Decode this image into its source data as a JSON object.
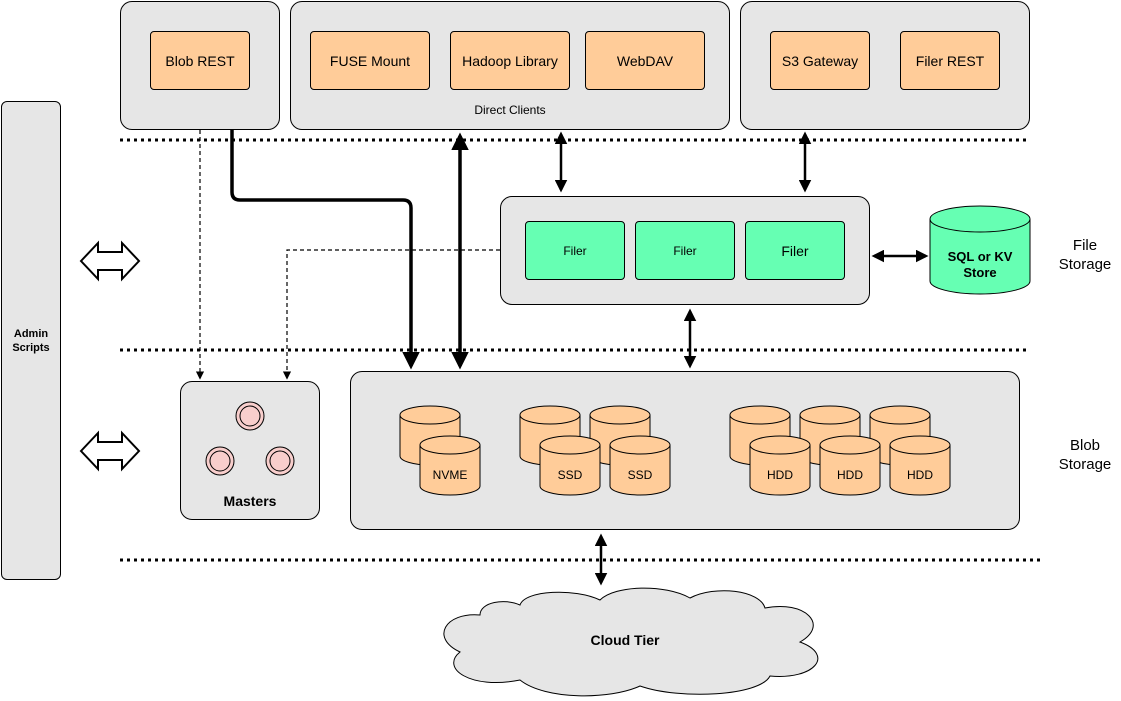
{
  "clients": {
    "blob_rest": "Blob REST",
    "fuse_mount": "FUSE Mount",
    "hadoop_library": "Hadoop Library",
    "webdav": "WebDAV",
    "direct_clients": "Direct Clients",
    "s3_gateway": "S3 Gateway",
    "filer_rest": "Filer REST"
  },
  "filers": {
    "filer_1": "Filer",
    "filer_2": "Filer",
    "filer_3": "Filer"
  },
  "store": {
    "label_line1": "SQL or KV",
    "label_line2": "Store"
  },
  "layers": {
    "file_storage_1": "File",
    "file_storage_2": "Storage",
    "blob_storage_1": "Blob",
    "blob_storage_2": "Storage"
  },
  "admin": {
    "line1": "Admin",
    "line2": "Scripts"
  },
  "masters": {
    "label": "Masters"
  },
  "disks": {
    "nvme": "NVME",
    "ssd_1": "SSD",
    "ssd_2": "SSD",
    "hdd_1": "HDD",
    "hdd_2": "HDD",
    "hdd_3": "HDD"
  },
  "cloud": {
    "label": "Cloud Tier"
  },
  "colors": {
    "client_fill": "#ffcc99",
    "filer_fill": "#66ffb3",
    "container_fill": "#e6e6e6",
    "master_fill": "#f8cecc"
  }
}
